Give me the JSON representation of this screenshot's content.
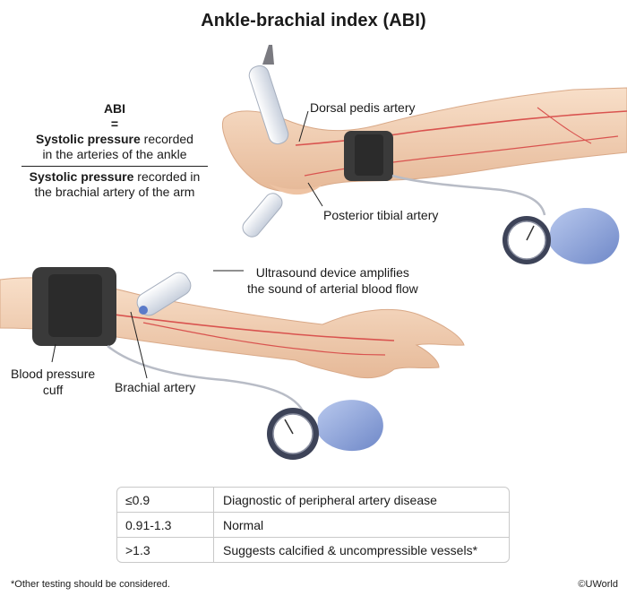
{
  "title": "Ankle-brachial index (ABI)",
  "formula": {
    "lhs": "ABI",
    "eq": "=",
    "numerator_bold": "Systolic pressure",
    "numerator_rest1": " recorded",
    "numerator_rest2": "in the arteries of the ankle",
    "denominator_bold": "Systolic pressure",
    "denominator_rest1": " recorded in",
    "denominator_rest2": "the brachial artery of the arm"
  },
  "labels": {
    "dorsal_pedis": "Dorsal pedis artery",
    "posterior_tibial": "Posterior tibial artery",
    "ultrasound_line1": "Ultrasound device amplifies",
    "ultrasound_line2": "the sound of arterial blood flow",
    "cuff_line1": "Blood pressure",
    "cuff_line2": "cuff",
    "brachial": "Brachial artery"
  },
  "table": [
    {
      "range": "≤0.9",
      "meaning": "Diagnostic of peripheral artery disease"
    },
    {
      "range": "0.91-1.3",
      "meaning": "Normal"
    },
    {
      "range": ">1.3",
      "meaning": "Suggests calcified & uncompressible vessels*"
    }
  ],
  "footnote": "*Other testing should be considered.",
  "copyright": "©UWorld",
  "colors": {
    "skin": "#f4d5bd",
    "skin_shadow": "#e3b595",
    "artery": "#d9534f",
    "cuff": "#3a3a3a",
    "bulb": "#8ea6dc",
    "gauge_body": "#3d4358",
    "probe": "#e8ecf3"
  }
}
